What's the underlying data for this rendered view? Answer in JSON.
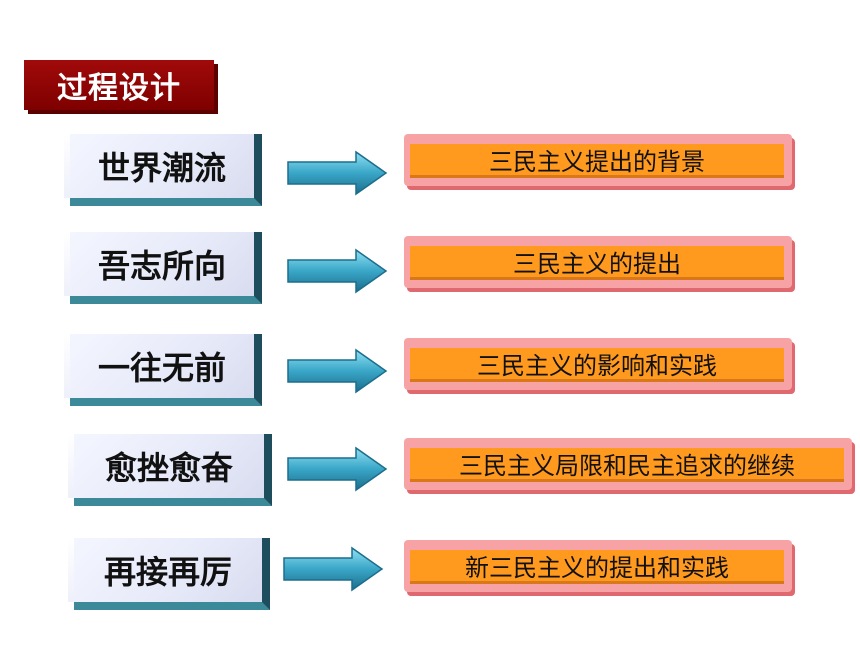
{
  "title": "过程设计",
  "rows": [
    {
      "stage": "世界潮流",
      "content": "三民主义提出的背景"
    },
    {
      "stage": "吾志所向",
      "content": "三民主义的提出"
    },
    {
      "stage": "一往无前",
      "content": "三民主义的影响和实践"
    },
    {
      "stage": "愈挫愈奋",
      "content": "三民主义局限和民主追求的继续"
    },
    {
      "stage": "再接再厉",
      "content": "新三民主义的提出和实践"
    }
  ],
  "colors": {
    "title_bg": "#8b0000",
    "stage_border": "#1e4e5e",
    "arrow": "#3aa6c8",
    "content_fill": "#ff9a1f",
    "content_frame": "#f7a3a6"
  }
}
